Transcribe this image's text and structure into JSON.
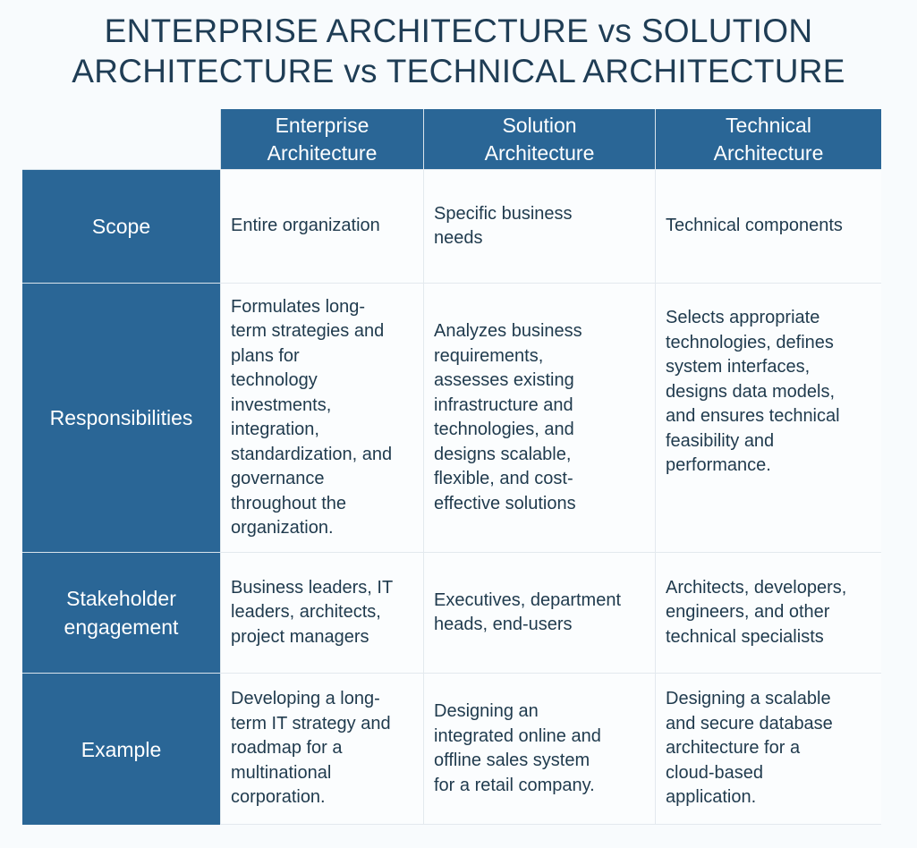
{
  "title": "ENTERPRISE ARCHITECTURE vs SOLUTION\nARCHITECTURE vs TECHNICAL ARCHITECTURE",
  "columns": [
    "Enterprise\nArchitecture",
    "Solution\nArchitecture",
    "Technical\nArchitecture"
  ],
  "rows": [
    {
      "label": "Scope",
      "cells": [
        "Entire organization",
        "Specific business\nneeds",
        "Technical components"
      ]
    },
    {
      "label": "Responsibilities",
      "cells": [
        "Formulates long-\nterm strategies and\nplans for\ntechnology\ninvestments,\nintegration,\nstandardization, and\ngovernance\nthroughout the\norganization.",
        "Analyzes business\nrequirements,\nassesses existing\ninfrastructure and\ntechnologies, and\ndesigns scalable,\nflexible, and cost-\neffective solutions",
        "Selects appropriate\ntechnologies, defines\nsystem interfaces,\ndesigns data models,\nand ensures technical\nfeasibility and\nperformance."
      ]
    },
    {
      "label": "Stakeholder\nengagement",
      "cells": [
        "Business leaders, IT\nleaders, architects,\nproject managers",
        "Executives, department\nheads, end-users",
        "Architects, developers,\nengineers, and other\ntechnical specialists"
      ]
    },
    {
      "label": "Example",
      "cells": [
        "Developing a long-\nterm IT strategy and\nroadmap for a\nmultinational\ncorporation.",
        "Designing an\nintegrated online and\noffline sales system\nfor a retail company.",
        "Designing a scalable\nand secure database\narchitecture for a\ncloud-based\napplication."
      ]
    }
  ]
}
